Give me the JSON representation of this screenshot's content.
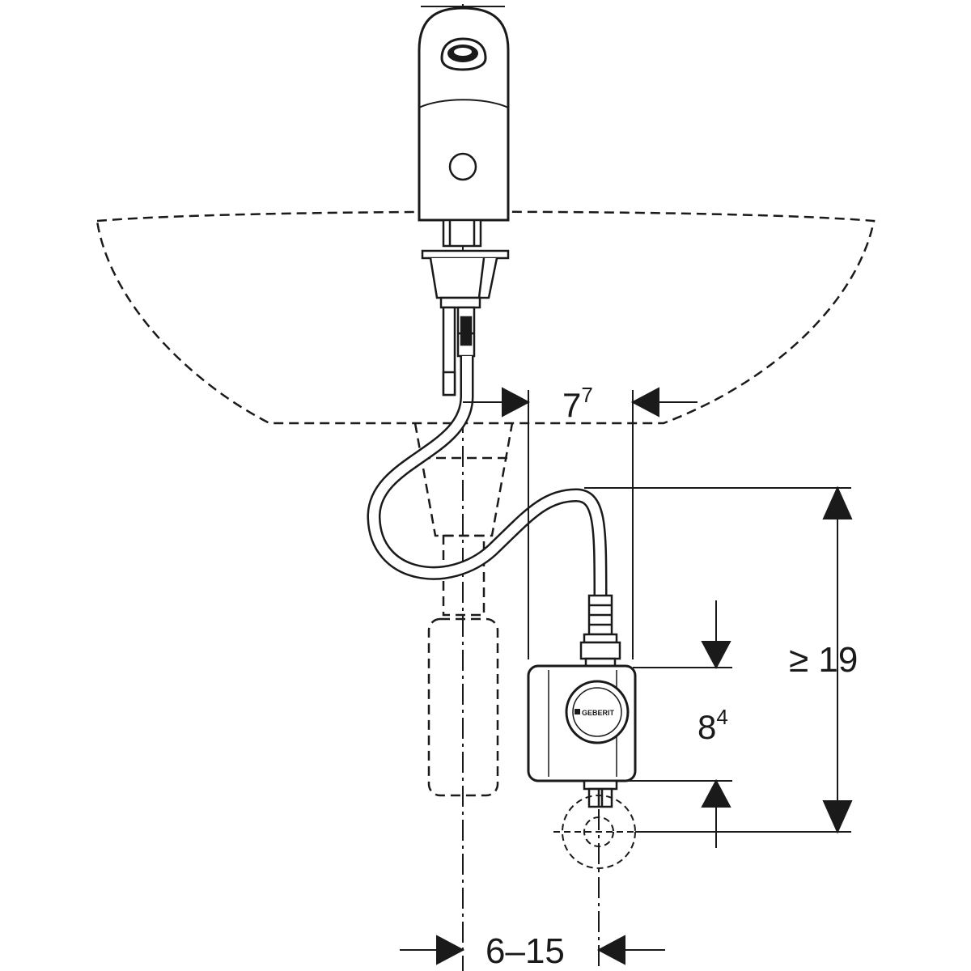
{
  "dimensions": {
    "horizontal_top": {
      "base": "7",
      "sup": "7"
    },
    "height_box": {
      "base": "8",
      "sup": "4"
    },
    "height_min": {
      "label": "≥ 19"
    },
    "horizontal_bottom": {
      "label": "6–15"
    }
  },
  "logo": {
    "text": "GEBERIT"
  },
  "colors": {
    "line": "#1a1a1a",
    "hose_fill": "#ffffff",
    "background": "#ffffff"
  }
}
